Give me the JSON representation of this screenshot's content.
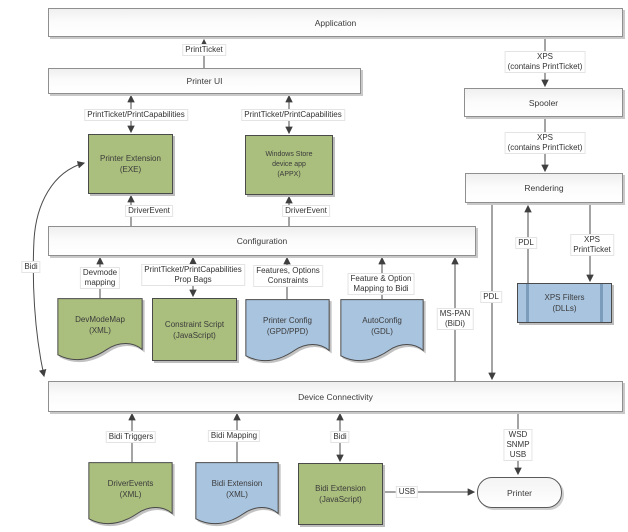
{
  "colors": {
    "green_fill": "#aabe7d",
    "blue_fill": "#a9c4df",
    "bar_fill": "#f5f5f5",
    "bar_border": "#8f8f8f",
    "node_border": "#4a4a4a",
    "connector": "#404040"
  },
  "layers": {
    "application": "Application",
    "printer_ui": "Printer UI",
    "configuration": "Configuration",
    "device_connectivity": "Device Connectivity",
    "spooler": "Spooler",
    "rendering": "Rendering"
  },
  "nodes": {
    "printer_extension": [
      "Printer Extension",
      "(EXE)"
    ],
    "windows_store_app": [
      "Windows Store",
      "device app",
      "(APPX)"
    ],
    "devmodemap": [
      "DevModeMap",
      "(XML)"
    ],
    "constraint_script": [
      "Constraint Script",
      "(JavaScript)"
    ],
    "printer_config": [
      "Printer Config",
      "(GPD/PPD)"
    ],
    "autoconfig": [
      "AutoConfig",
      "(GDL)"
    ],
    "xps_filters": [
      "XPS Filters",
      "(DLLs)"
    ],
    "driverevents": [
      "DriverEvents",
      "(XML)"
    ],
    "bidi_extension_xml": [
      "Bidi Extension",
      "(XML)"
    ],
    "bidi_extension_js": [
      "Bidi Extension",
      "(JavaScript)"
    ],
    "printer": "Printer"
  },
  "labels": {
    "print_ticket": "PrintTicket",
    "pt_pc_left": "PrintTicket/PrintCapabilities",
    "pt_pc_right": "PrintTicket/PrintCapabilities",
    "driver_event_left": "DriverEvent",
    "driver_event_right": "DriverEvent",
    "xps_contains_top": [
      "XPS",
      "(contains PrintTicket)"
    ],
    "xps_contains_mid": [
      "XPS",
      "(contains PrintTicket)"
    ],
    "devmode_mapping": [
      "Devmode",
      "mapping"
    ],
    "prop_bags": [
      "PrintTicket/PrintCapabilities",
      "Prop Bags"
    ],
    "features_options": [
      "Features, Options",
      "Constraints"
    ],
    "feature_option_bidi": [
      "Feature & Option",
      "Mapping to Bidi"
    ],
    "ms_pan": [
      "MS-PAN",
      "(BiDi)"
    ],
    "pdl_down": "PDL",
    "pdl_up": "PDL",
    "xps_printticket": [
      "XPS",
      "PrintTicket"
    ],
    "bidi_side": "Bidi",
    "bidi_triggers": "Bidi Triggers",
    "bidi_mapping": "Bidi Mapping",
    "bidi_bottom": "Bidi",
    "wsd_snmp_usb": [
      "WSD",
      "SNMP",
      "USB"
    ],
    "usb": "USB"
  }
}
